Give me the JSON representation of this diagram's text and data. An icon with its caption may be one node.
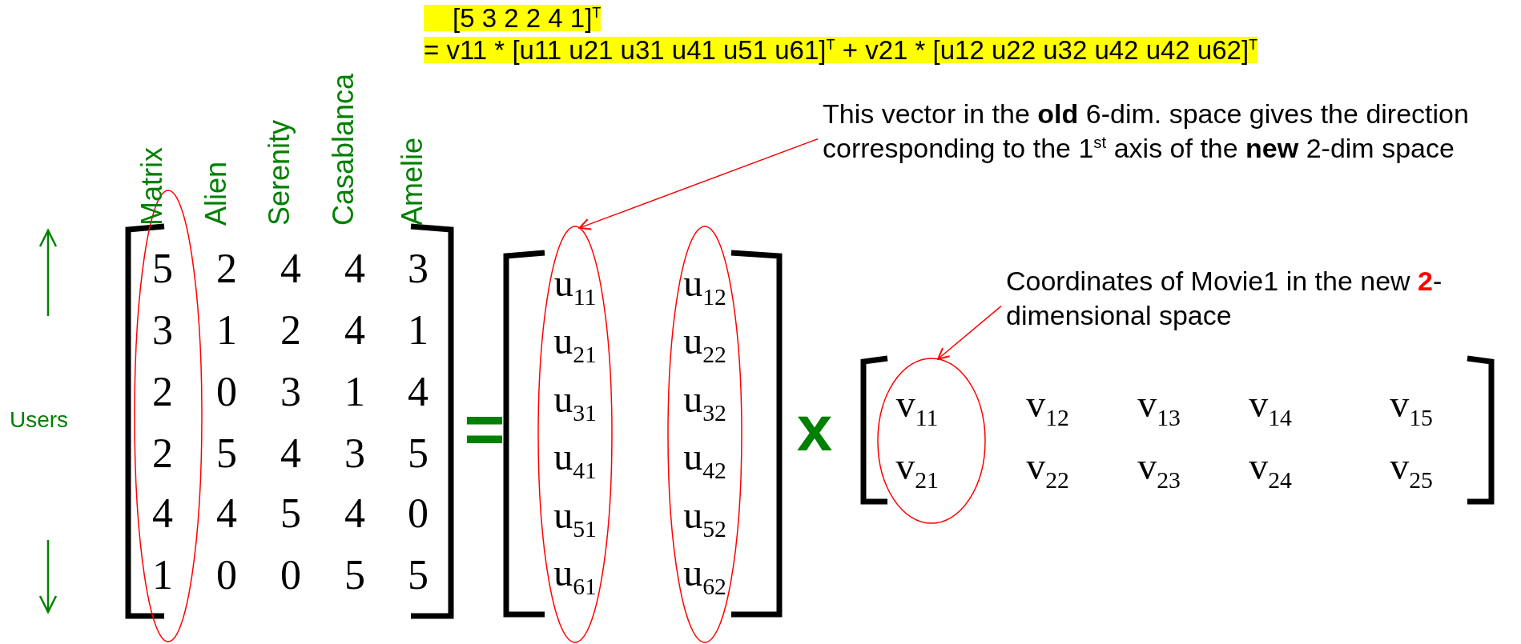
{
  "diagram": {
    "nodes": [
      {
        "text": [
          "This vector in the **old** 6-dim. space gives the direction corresponding to the 1$^{st}$ axis of the **new** 2-dim space"
        ]
      },
      {
        "text": [
          "Coordinates of Movie1 in the new **2**-dimensional space"
        ]
      },
      {
        "text": [],
        "shape": "ellipse"
      },
      {
        "text": [],
        "shape": "ellipse"
      },
      {
        "text": [],
        "shape": "ellipse"
      },
      {
        "text": [],
        "shape": "ellipse"
      }
    ],
    "edges": [
      {
        "from": 0,
        "to": 3,
        "arrow": "to"
      },
      {
        "from": 1,
        "to": 5,
        "arrow": "to"
      }
    ],
    "labels": [
      "[5 3 2 2 4 1]$^{T}$",
      "= v11 * [u11 u21 u31 u41 u51 u61]$^{T}$ + v21 * [u12 u22 u32 u42 u42 u62]$^{T}$",
      "Matrix",
      "Alien",
      "Serenity",
      "Casablanca",
      "Amelie",
      "Users",
      "5",
      "2",
      "4",
      "4",
      "3",
      "3",
      "1",
      "2",
      "4",
      "1",
      "2",
      "0",
      "3",
      "1",
      "4",
      "2",
      "5",
      "4",
      "3",
      "5",
      "4",
      "4",
      "5",
      "4",
      "0",
      "1",
      "0",
      "0",
      "5",
      "5",
      "=",
      "u$_{11}$",
      "u$_{12}$",
      "u$_{21}$",
      "u$_{22}$",
      "u$_{31}$",
      "u$_{32}$",
      "u$_{41}$",
      "u$_{42}$",
      "u$_{51}$",
      "u$_{52}$",
      "u$_{61}$",
      "u$_{62}$",
      "x",
      "v$_{11}$",
      "v$_{12}$",
      "v$_{13}$",
      "v$_{14}$",
      "v$_{15}$",
      "v$_{21}$",
      "v$_{22}$",
      "v$_{23}$",
      "v$_{24}$",
      "v$_{25}$"
    ]
  }
}
